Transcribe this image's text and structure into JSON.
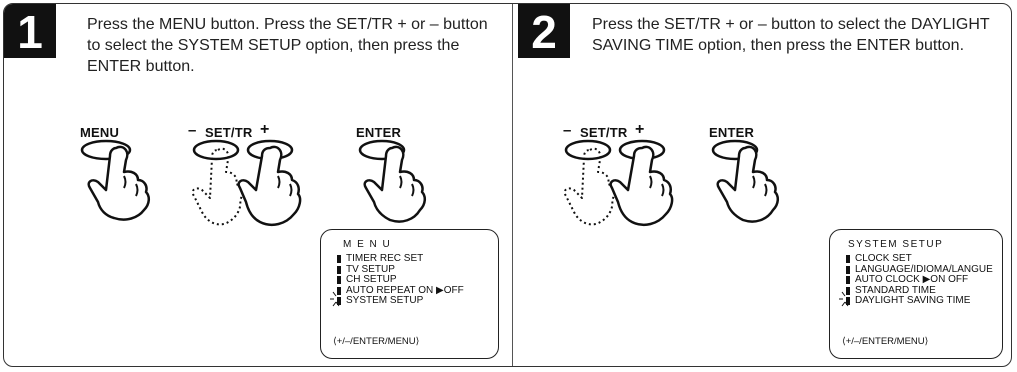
{
  "steps": [
    {
      "number": "1",
      "text": "Press the MENU button. Press the SET/TR + or – button to select the SYSTEM SETUP option, then press the ENTER button.",
      "buttons": {
        "menu": "MENU",
        "set_tr": "SET/TR",
        "minus": "–",
        "plus": "+",
        "enter": "ENTER"
      },
      "screen": {
        "title": "M E N U",
        "items": [
          "TIMER REC SET",
          "TV SETUP",
          "CH SETUP",
          "AUTO REPEAT   ON ▶OFF",
          "SYSTEM  SETUP"
        ],
        "footer": "⟨+/–/ENTER/MENU⟩"
      }
    },
    {
      "number": "2",
      "text": "Press the SET/TR + or – button to select the DAYLIGHT SAVING TIME option, then press the ENTER button.",
      "buttons": {
        "set_tr": "SET/TR",
        "minus": "–",
        "plus": "+",
        "enter": "ENTER"
      },
      "screen": {
        "title": "SYSTEM  SETUP",
        "items": [
          "CLOCK  SET",
          "LANGUAGE/IDIOMA/LANGUE",
          "AUTO CLOCK  ▶ON   OFF",
          "STANDARD  TIME",
          "DAYLIGHT  SAVING  TIME"
        ],
        "footer": "⟨+/–/ENTER/MENU⟩"
      }
    }
  ]
}
